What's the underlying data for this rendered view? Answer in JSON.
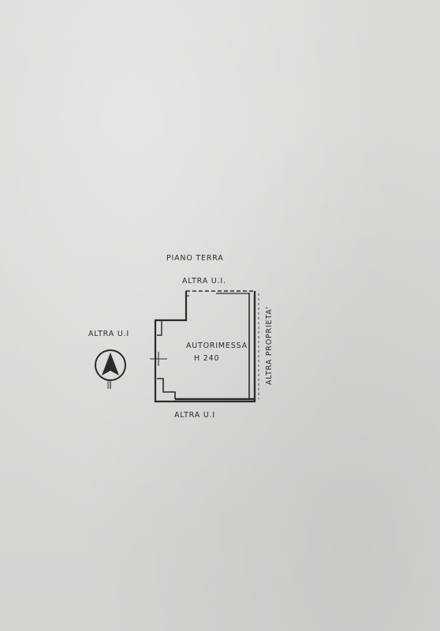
{
  "drawing": {
    "floor_label": "PIANO TERRA",
    "adjacent_top": "ALTRA U.I.",
    "adjacent_left": "ALTRA U.I",
    "adjacent_bottom": "ALTRA U.I",
    "adjacent_right": "ALTRA PROPRIETA'",
    "room_name": "AUTORIMESSA",
    "room_height": "H 240"
  },
  "compass": {
    "icon": "north-arrow-icon"
  },
  "colors": {
    "paper": "#d9d7d4",
    "ink": "#2a2a2a"
  }
}
